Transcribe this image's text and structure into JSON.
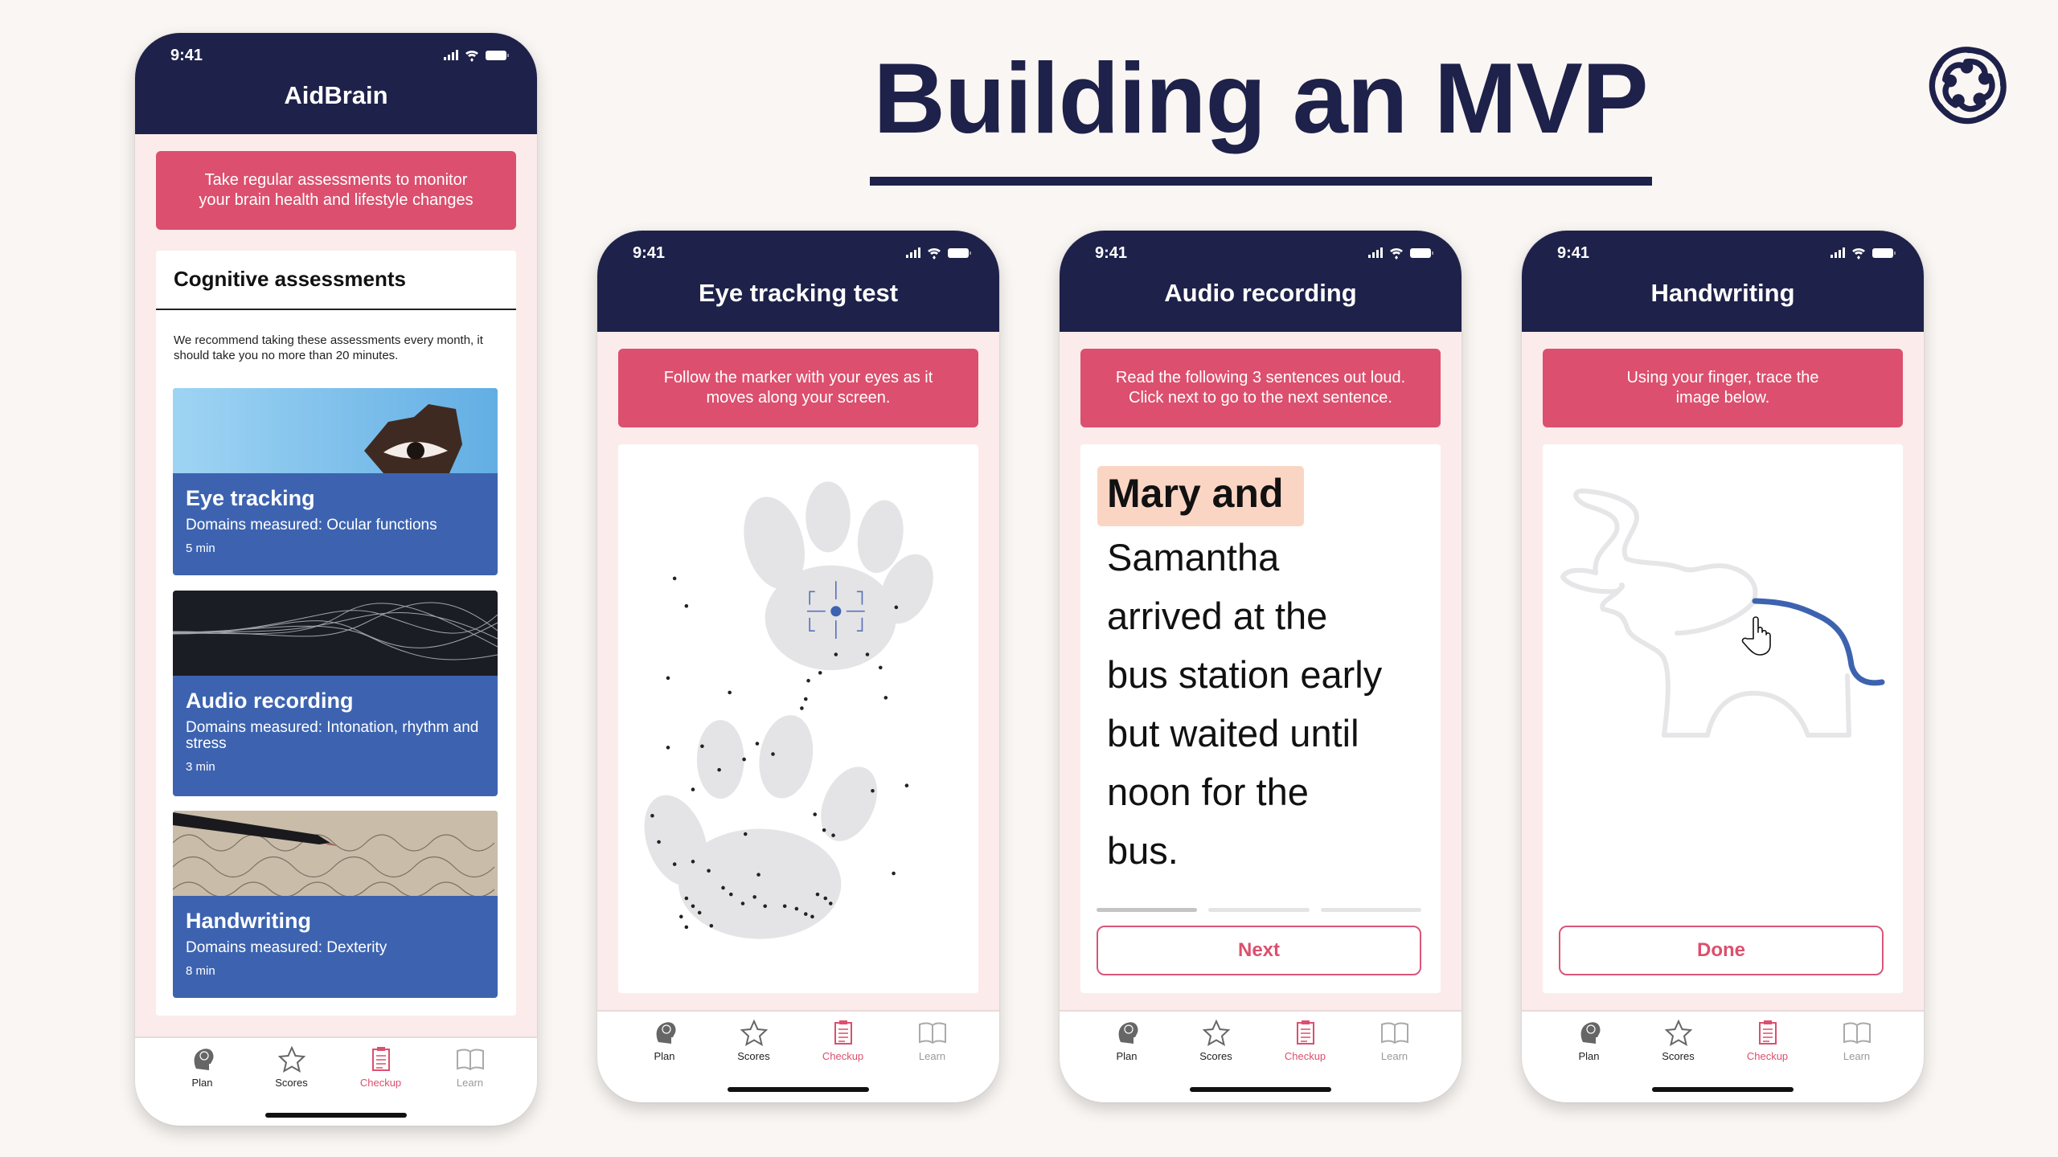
{
  "slide": {
    "title": "Building an MVP",
    "logo": "spiral-logo-icon"
  },
  "colors": {
    "navy": "#1e2149",
    "pink": "#dc4f6e",
    "phone_bg": "#fbeceb",
    "card_blue": "#3d63b0",
    "highlight": "#fbd5c4",
    "trace_blue": "#3d63b0"
  },
  "phones": [
    {
      "time": "9:41",
      "title": "AidBrain",
      "banner": "Take regular assessments to monitor\nyour brain health and lifestyle changes",
      "section_title": "Cognitive assessments",
      "section_note": "We recommend taking these assessments every month, it should take you no more than 20 minutes.",
      "assessments": [
        {
          "title": "Eye tracking",
          "domains": "Domains measured: Ocular functions",
          "duration": "5 min"
        },
        {
          "title": "Audio recording",
          "domains": "Domains measured: Intonation, rhythm and stress",
          "duration": "3 min"
        },
        {
          "title": "Handwriting",
          "domains": "Domains measured: Dexterity",
          "duration": "8 min"
        }
      ]
    },
    {
      "time": "9:41",
      "title": "Eye tracking test",
      "banner": "Follow the marker with your eyes as it\nmoves along  your screen."
    },
    {
      "time": "9:41",
      "title": "Audio recording",
      "banner": "Read the following 3 sentences  out loud.\nClick next to go to the next sentence.",
      "highlight": "Mary and",
      "lines": [
        "Samantha",
        "arrived at the",
        "bus station early",
        "but waited until",
        "noon for the",
        "bus."
      ],
      "progress": {
        "current": 1,
        "total": 3
      },
      "button": "Next"
    },
    {
      "time": "9:41",
      "title": "Handwriting",
      "banner": "Using your finger, trace the\nimage below.",
      "button": "Done"
    }
  ],
  "tabbar": {
    "items": [
      {
        "label": "Plan",
        "icon": "brain-head-icon",
        "state": "normal"
      },
      {
        "label": "Scores",
        "icon": "star-icon",
        "state": "normal"
      },
      {
        "label": "Checkup",
        "icon": "clipboard-icon",
        "state": "active"
      },
      {
        "label": "Learn",
        "icon": "book-icon",
        "state": "disabled"
      }
    ]
  }
}
